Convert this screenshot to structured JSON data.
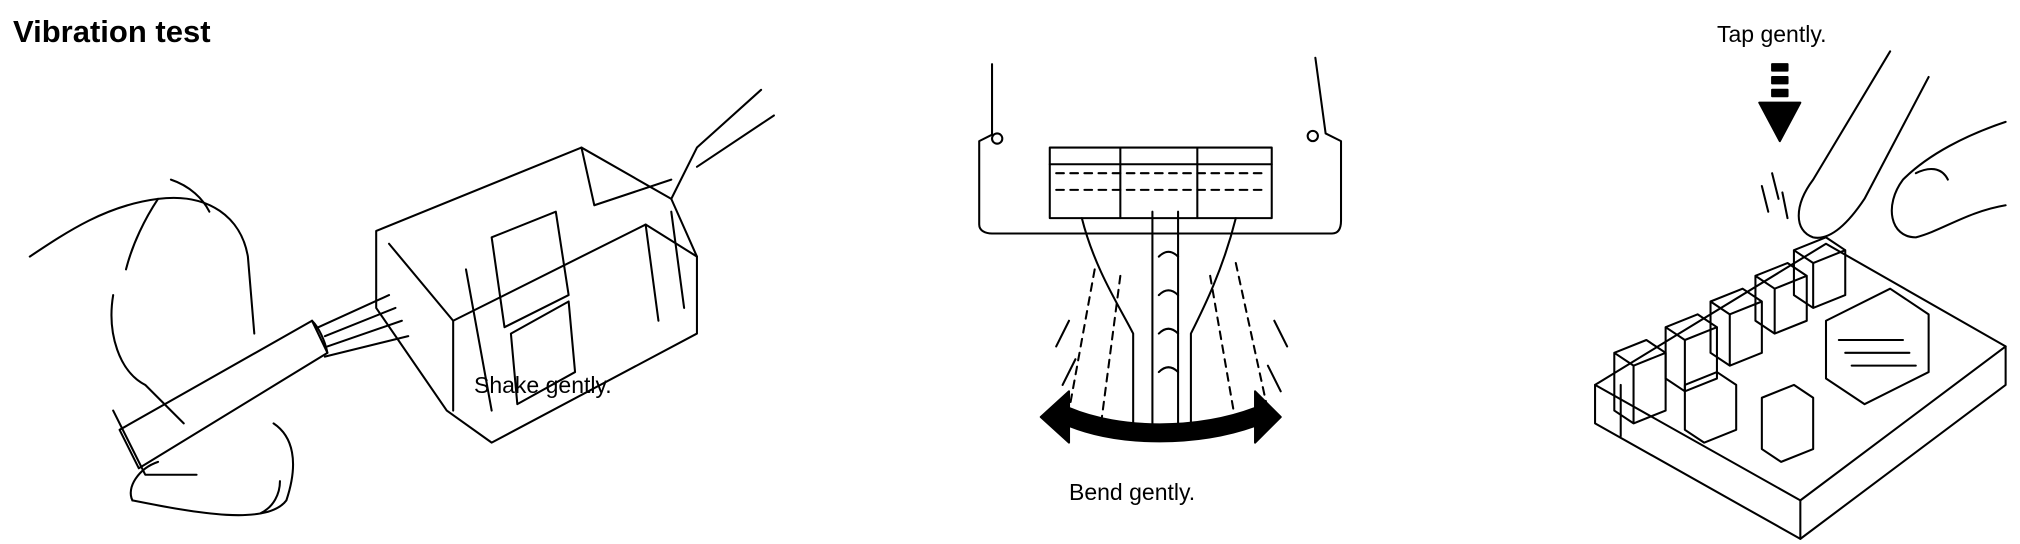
{
  "title": "Vibration test",
  "panels": [
    {
      "caption": "Shake gently.",
      "icon": "hand-shaking-connector"
    },
    {
      "caption": "Bend gently.",
      "icon": "bending-harness-arrow"
    },
    {
      "caption": "Tap gently.",
      "icon": "finger-tapping-relay-box"
    }
  ]
}
